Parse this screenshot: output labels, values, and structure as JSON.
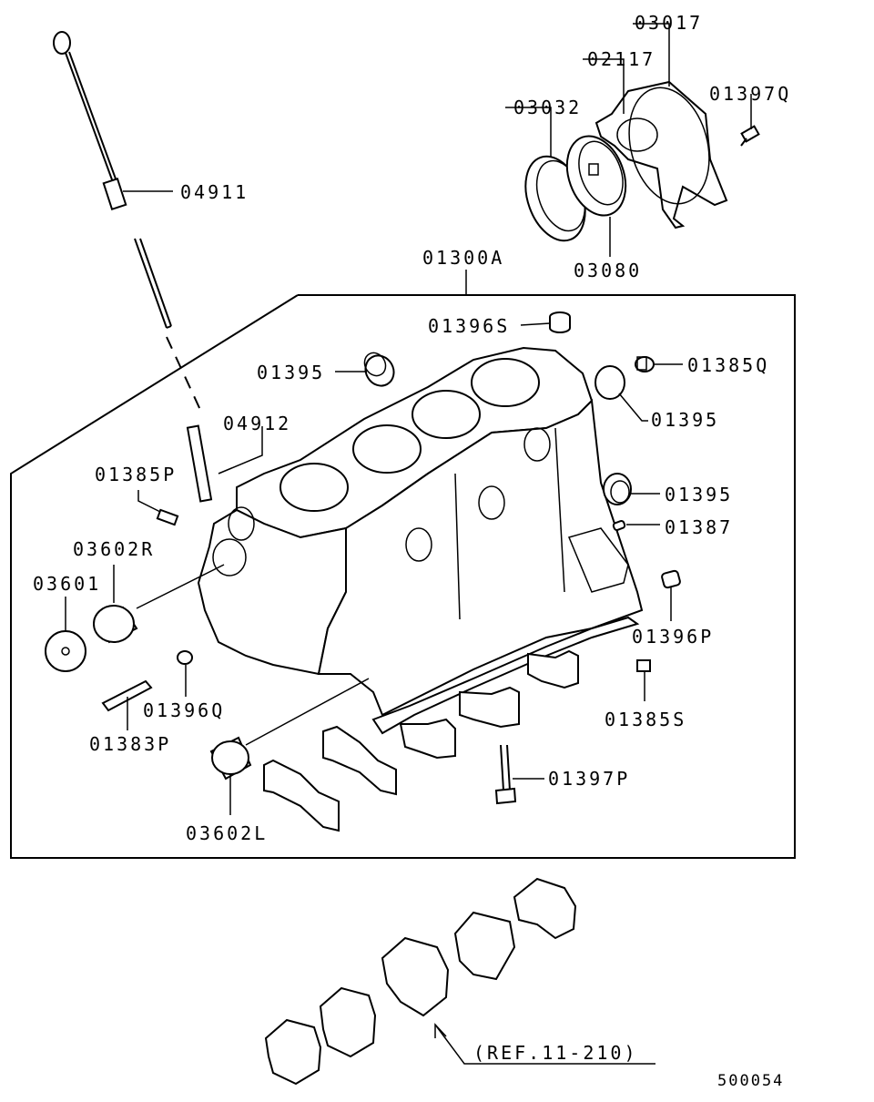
{
  "figure_number": "500054",
  "parts": [
    {
      "id": "03017"
    },
    {
      "id": "02117"
    },
    {
      "id": "03032"
    },
    {
      "id": "01397Q"
    },
    {
      "id": "04911"
    },
    {
      "id": "03080"
    },
    {
      "id": "01300A"
    },
    {
      "id": "01396S"
    },
    {
      "id": "01395"
    },
    {
      "id": "01385Q"
    },
    {
      "id": "01395"
    },
    {
      "id": "04912"
    },
    {
      "id": "01385P"
    },
    {
      "id": "01395"
    },
    {
      "id": "01387"
    },
    {
      "id": "03602R"
    },
    {
      "id": "03601"
    },
    {
      "id": "01396P"
    },
    {
      "id": "01396Q"
    },
    {
      "id": "01385S"
    },
    {
      "id": "01383P"
    },
    {
      "id": "01397P"
    },
    {
      "id": "03602L"
    }
  ],
  "reference": "(REF.11-210)"
}
